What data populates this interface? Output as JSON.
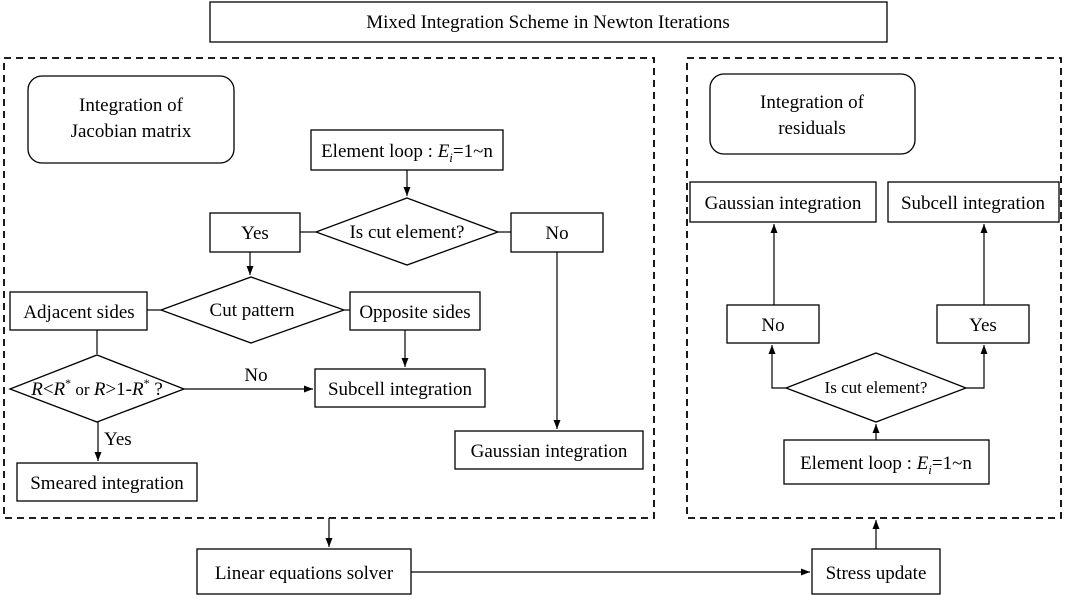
{
  "title": "Mixed Integration Scheme in Newton Iterations",
  "jacobian": {
    "heading_line1": "Integration of",
    "heading_line2": "Jacobian matrix",
    "element_loop": {
      "prefix": "Element loop : ",
      "var": "E",
      "sub": "i",
      "suffix": "=1~n"
    },
    "is_cut": "Is cut element?",
    "yes": "Yes",
    "no": "No",
    "cut_pattern": "Cut pattern",
    "adjacent_sides": "Adjacent sides",
    "opposite_sides": "Opposite sides",
    "condition": {
      "r1": "R",
      "lt": "<",
      "r2": "R",
      "star": "*",
      "or": " or ",
      "r3": "R",
      "gt": ">1-",
      "r4": "R",
      "star2": "*",
      "q": " ?"
    },
    "cond_no": "No",
    "cond_yes": "Yes",
    "subcell": "Subcell integration",
    "gaussian": "Gaussian integration",
    "smeared": "Smeared integration"
  },
  "residuals": {
    "heading_line1": "Integration of",
    "heading_line2": "residuals",
    "gaussian": "Gaussian integration",
    "subcell": "Subcell integration",
    "no": "No",
    "yes": "Yes",
    "is_cut": "Is cut element?",
    "element_loop": {
      "prefix": "Element loop : ",
      "var": "E",
      "sub": "i",
      "suffix": "=1~n"
    }
  },
  "bottom": {
    "solver": "Linear equations solver",
    "stress": "Stress update"
  }
}
